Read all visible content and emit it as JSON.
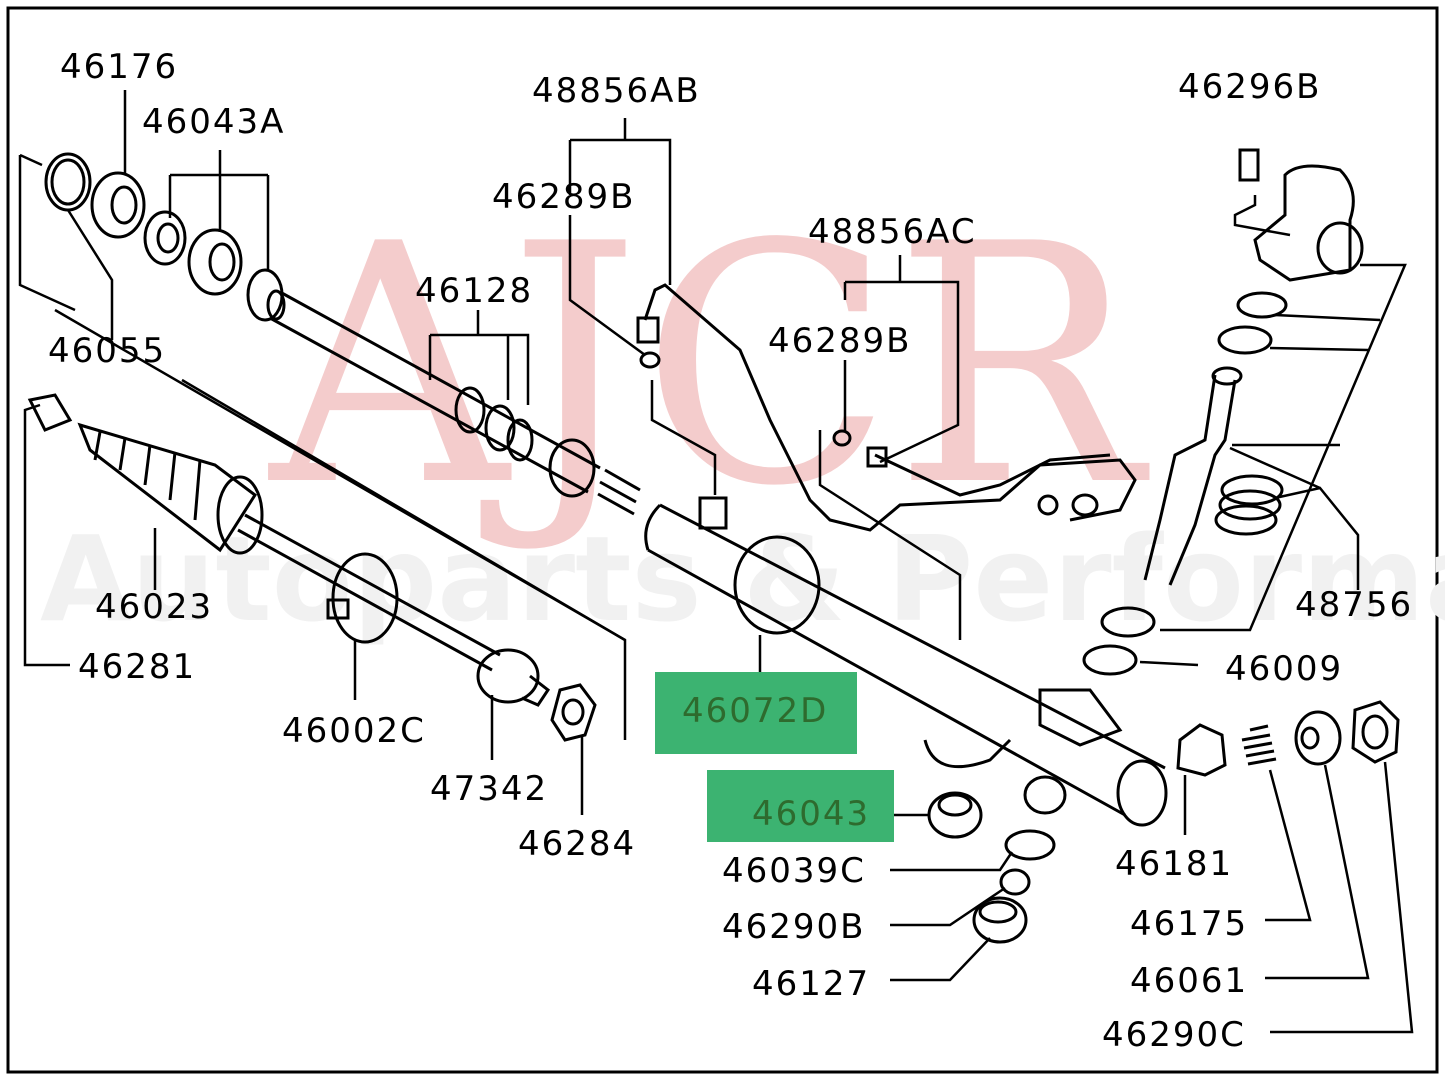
{
  "watermark": {
    "brand": "AJCR",
    "tagline": "Autoparts & Performance"
  },
  "labels": [
    {
      "id": "46176",
      "text": "46176"
    },
    {
      "id": "46043A",
      "text": "46043A"
    },
    {
      "id": "48856AB",
      "text": "48856AB"
    },
    {
      "id": "46289B-a",
      "text": "46289B"
    },
    {
      "id": "46296B",
      "text": "46296B"
    },
    {
      "id": "48856AC",
      "text": "48856AC"
    },
    {
      "id": "46128",
      "text": "46128"
    },
    {
      "id": "46289B-b",
      "text": "46289B"
    },
    {
      "id": "46055",
      "text": "46055"
    },
    {
      "id": "46023",
      "text": "46023"
    },
    {
      "id": "46281",
      "text": "46281"
    },
    {
      "id": "48756",
      "text": "48756"
    },
    {
      "id": "46009",
      "text": "46009"
    },
    {
      "id": "46002C",
      "text": "46002C"
    },
    {
      "id": "47342",
      "text": "47342"
    },
    {
      "id": "46284",
      "text": "46284"
    },
    {
      "id": "46039C",
      "text": "46039C"
    },
    {
      "id": "46181",
      "text": "46181"
    },
    {
      "id": "46290B",
      "text": "46290B"
    },
    {
      "id": "46175",
      "text": "46175"
    },
    {
      "id": "46127",
      "text": "46127"
    },
    {
      "id": "46061",
      "text": "46061"
    },
    {
      "id": "46290C",
      "text": "46290C"
    }
  ],
  "highlighted": [
    {
      "id": "46072D",
      "text": "46072D"
    },
    {
      "id": "46043",
      "text": "46043"
    }
  ],
  "colors": {
    "highlight_fill": "#3cb371",
    "highlight_text": "#2e6b2e",
    "watermark": "#f4cccc",
    "ink": "#000000"
  }
}
